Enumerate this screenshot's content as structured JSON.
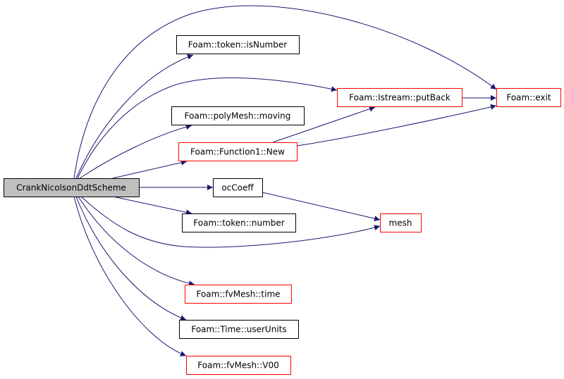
{
  "graph": {
    "root": "CrankNicolsonDdtScheme",
    "nodes": {
      "isNumber": "Foam::token::isNumber",
      "putBack": "Foam::Istream::putBack",
      "exit": "Foam::exit",
      "moving": "Foam::polyMesh::moving",
      "function1New": "Foam::Function1::New",
      "ocCoeff": "ocCoeff",
      "number": "Foam::token::number",
      "mesh": "mesh",
      "time": "Foam::fvMesh::time",
      "userUnits": "Foam::Time::userUnits",
      "V00": "Foam::fvMesh::V00"
    },
    "colors": {
      "edge": "#191970",
      "root_fill": "#bfbfbf",
      "incomplete_border": "#ff0000",
      "complete_border": "#000000"
    }
  }
}
